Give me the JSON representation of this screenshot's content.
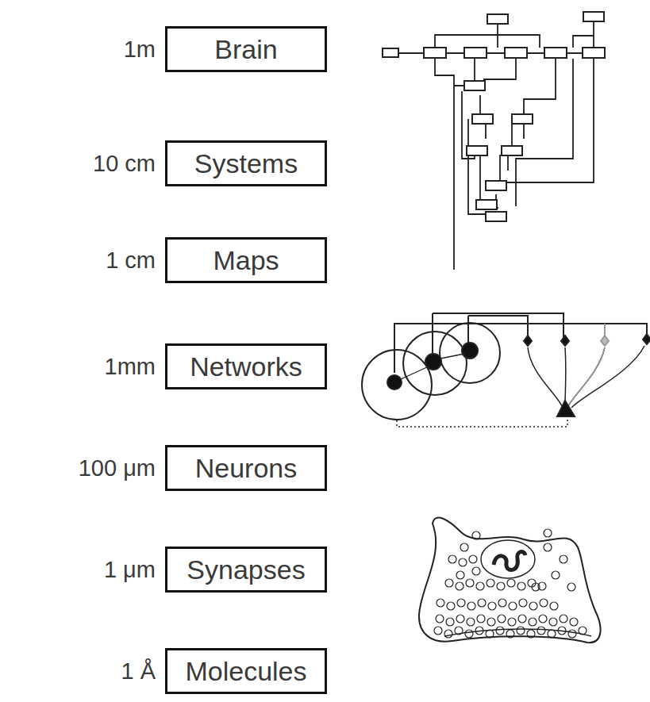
{
  "diagram": {
    "nodes": [
      {
        "text": [
          "Brain"
        ]
      },
      {
        "text": [
          "Systems"
        ]
      },
      {
        "text": [
          "Maps"
        ]
      },
      {
        "text": [
          "Networks"
        ]
      },
      {
        "text": [
          "Neurons"
        ]
      },
      {
        "text": [
          "Synapses"
        ]
      },
      {
        "text": [
          "Molecules"
        ]
      }
    ],
    "labels": [
      "1m",
      "10 cm",
      "1 cm",
      "1mm",
      "100 μm",
      "1 μm",
      "1 Å"
    ]
  }
}
